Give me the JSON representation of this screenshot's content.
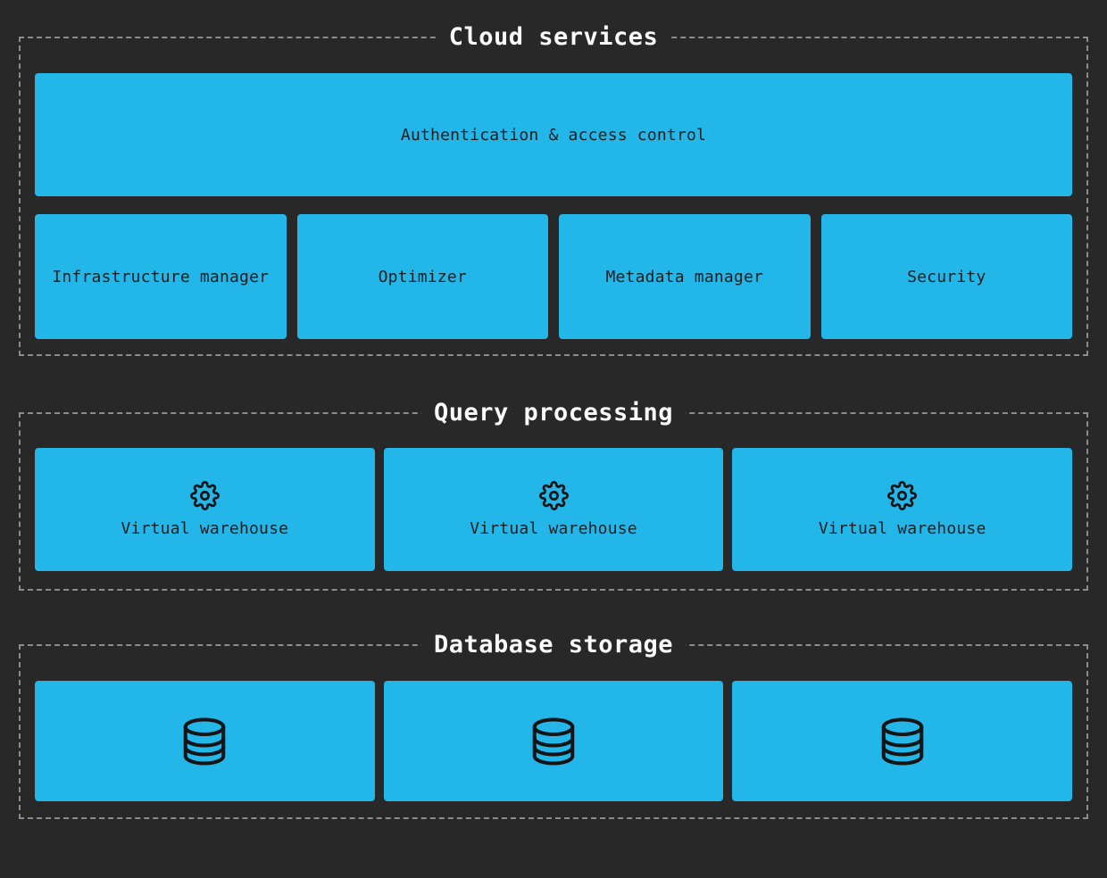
{
  "colors": {
    "background": "#282828",
    "box_fill": "#22B6E9",
    "dashed_border": "#8C8C8C",
    "title_text": "#FAFAFA",
    "box_text": "#1E1E1E",
    "icon_stroke": "#141414"
  },
  "sections": {
    "cloud_services": {
      "title": "Cloud services",
      "auth_label": "Authentication & access control",
      "components": [
        "Infrastructure manager",
        "Optimizer",
        "Metadata manager",
        "Security"
      ]
    },
    "query_processing": {
      "title": "Query processing",
      "warehouses": [
        {
          "label": "Virtual warehouse",
          "icon": "gear-icon"
        },
        {
          "label": "Virtual warehouse",
          "icon": "gear-icon"
        },
        {
          "label": "Virtual warehouse",
          "icon": "gear-icon"
        }
      ]
    },
    "database_storage": {
      "title": "Database storage",
      "databases": [
        {
          "icon": "database-icon"
        },
        {
          "icon": "database-icon"
        },
        {
          "icon": "database-icon"
        }
      ]
    }
  }
}
